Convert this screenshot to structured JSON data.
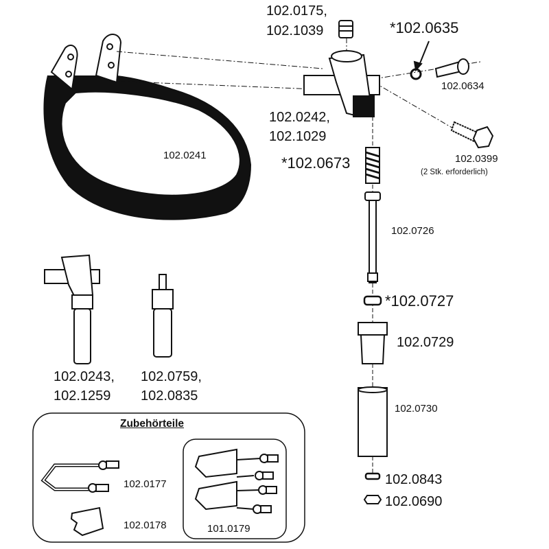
{
  "parts": {
    "nozzle": [
      "102.0175,",
      "102.1039"
    ],
    "seal_ring": "*102.0635",
    "screw_pin": "102.0634",
    "valve_body": [
      "102.0242,",
      "102.1029"
    ],
    "bowl": "102.0241",
    "spring": "*102.0673",
    "bolt": "102.0399",
    "bolt_note": "(2 Stk. erforderlich)",
    "valve_stem": "102.0726",
    "washer": "*102.0727",
    "nut_sleeve": "102.0729",
    "tube": "102.0730",
    "washer_small": "102.0843",
    "nut_small": "102.0690",
    "alt_valve_a": [
      "102.0243,",
      "102.1259"
    ],
    "alt_valve_b": [
      "102.0759,",
      "102.0835"
    ]
  },
  "accessories": {
    "title": "Zubehörteile",
    "u_bolt": "102.0177",
    "clamp": "102.0178",
    "clamp_set": "101.0179"
  }
}
